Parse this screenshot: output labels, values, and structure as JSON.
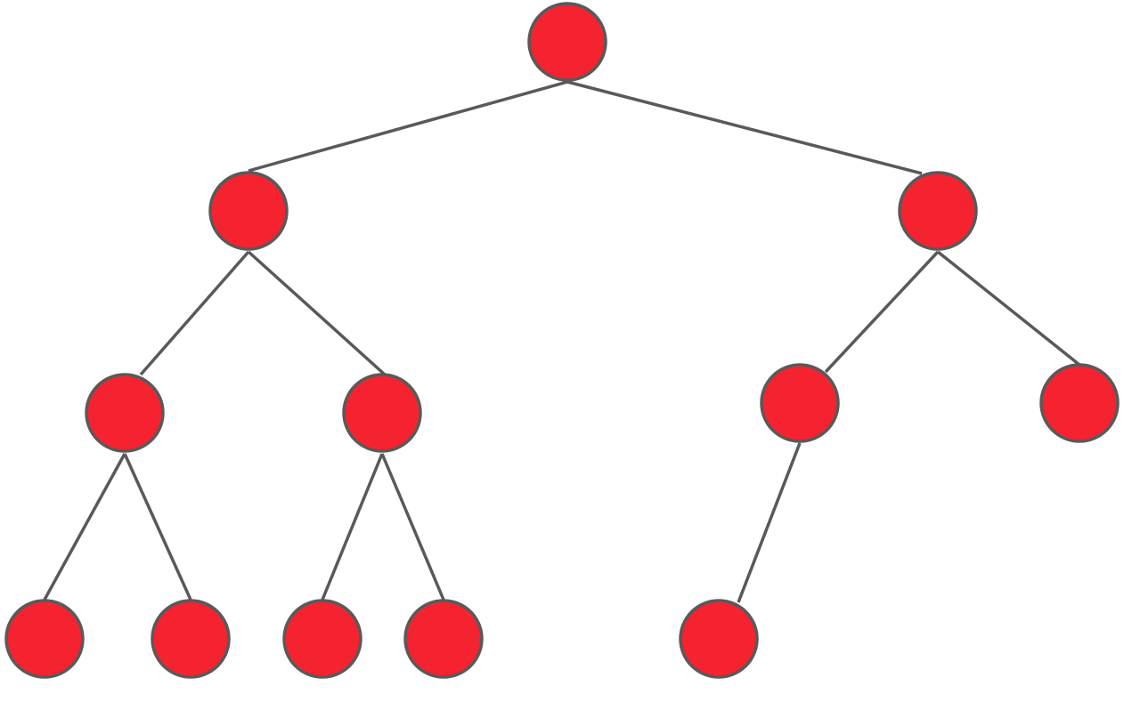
{
  "diagram": {
    "type": "binary-tree",
    "colors": {
      "node_fill": "#f52330",
      "node_stroke": "#595959",
      "edge": "#595959",
      "background": "#ffffff"
    },
    "nodes": [
      {
        "id": "n0",
        "parent": null
      },
      {
        "id": "n1",
        "parent": "n0"
      },
      {
        "id": "n2",
        "parent": "n0"
      },
      {
        "id": "n3",
        "parent": "n1"
      },
      {
        "id": "n4",
        "parent": "n1"
      },
      {
        "id": "n5",
        "parent": "n2"
      },
      {
        "id": "n6",
        "parent": "n2"
      },
      {
        "id": "n7",
        "parent": "n3"
      },
      {
        "id": "n8",
        "parent": "n3"
      },
      {
        "id": "n9",
        "parent": "n4"
      },
      {
        "id": "n10",
        "parent": "n4"
      },
      {
        "id": "n11",
        "parent": "n5"
      }
    ]
  }
}
